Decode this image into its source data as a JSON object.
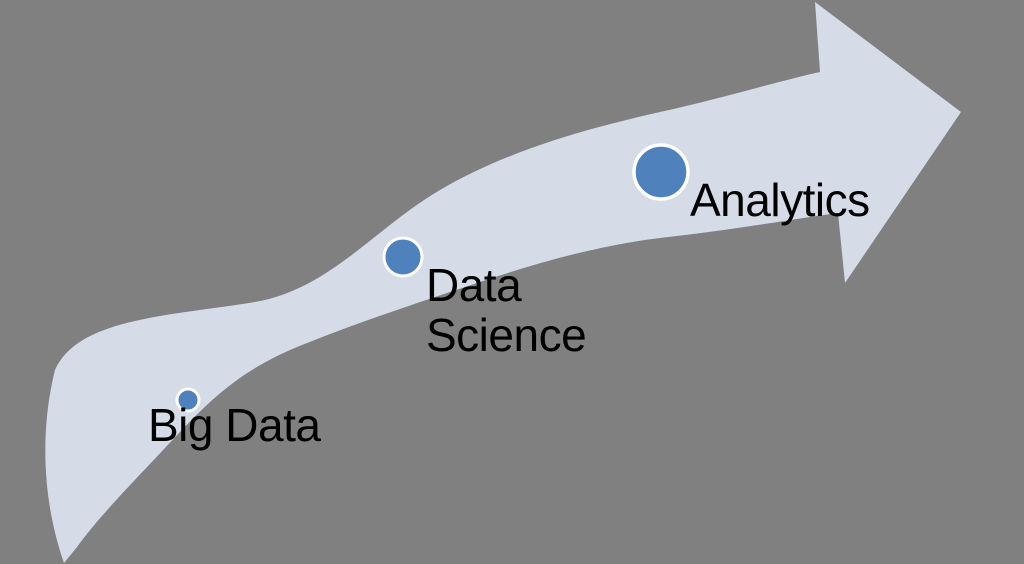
{
  "diagram": {
    "background_color": "#808080",
    "arrow": {
      "shape": "curved-swoosh-arrow-up-right",
      "fill_color": "#D6DBE8"
    },
    "text_color": "#000000",
    "stages": [
      {
        "label": "Big Data",
        "marker_color": "#4F81BD",
        "marker_border_color": "#FFFFFF",
        "marker_radius": 11
      },
      {
        "label": "Data Science",
        "marker_color": "#4F81BD",
        "marker_border_color": "#FFFFFF",
        "marker_radius": 19
      },
      {
        "label": "Analytics",
        "marker_color": "#4F81BD",
        "marker_border_color": "#FFFFFF",
        "marker_radius": 27
      }
    ]
  }
}
